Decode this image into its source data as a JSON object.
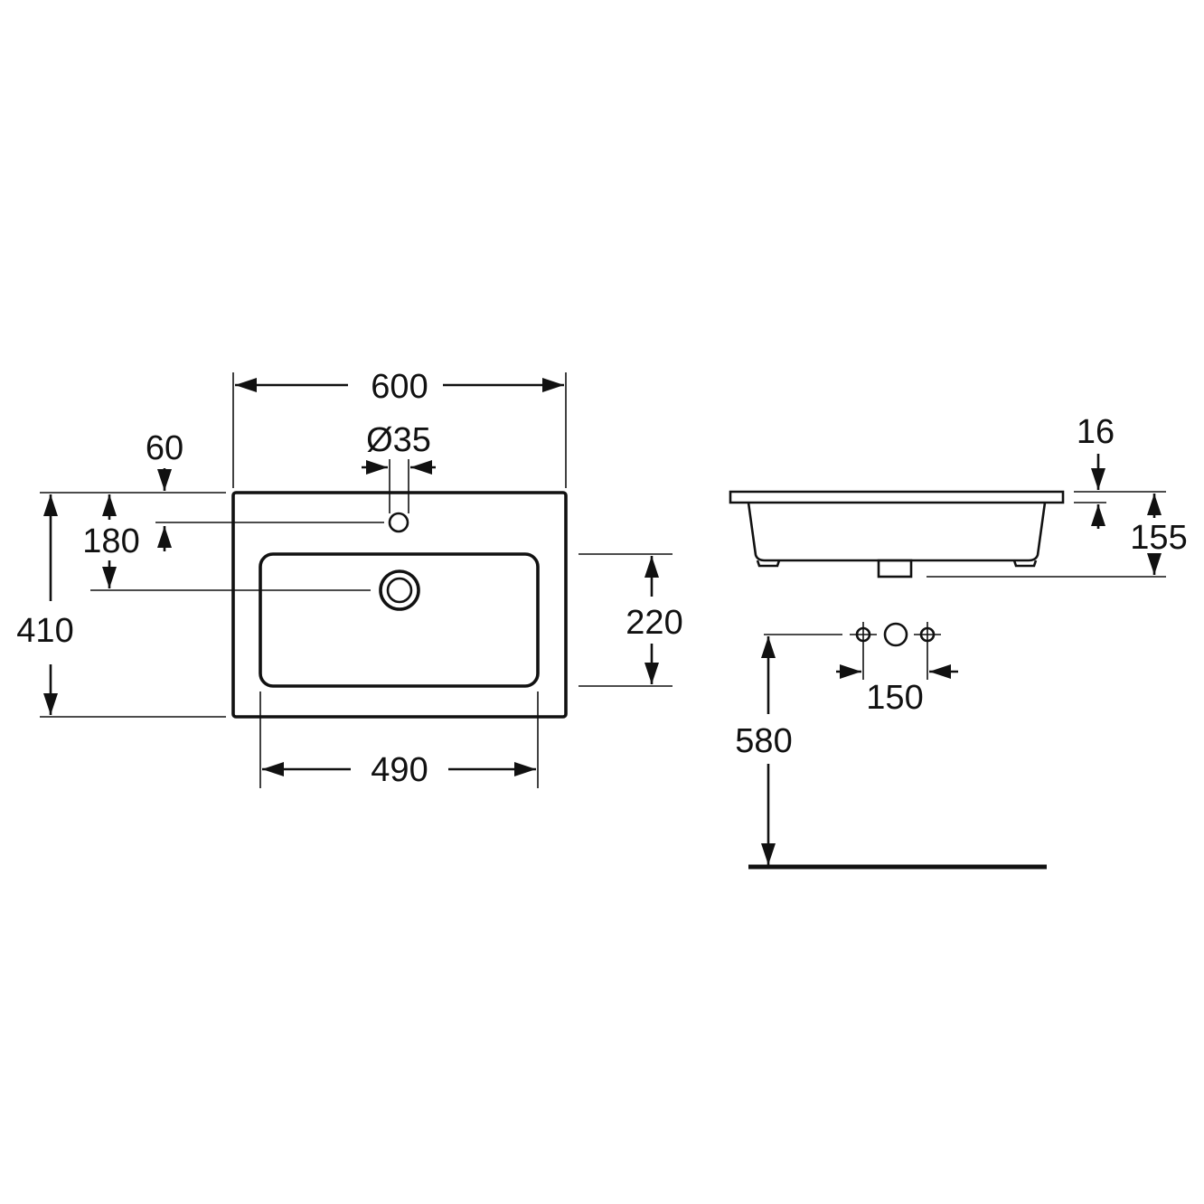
{
  "drawing": {
    "dimensions": {
      "width_total": "600",
      "bowl_width": "490",
      "depth_total": "410",
      "tap_offset_front": "60",
      "tap_hole_diameter": "Ø35",
      "drain_offset": "180",
      "bowl_depth": "220",
      "rim_thickness": "16",
      "basin_height": "155",
      "wall_tap_spacing": "150",
      "mount_height": "580"
    }
  }
}
